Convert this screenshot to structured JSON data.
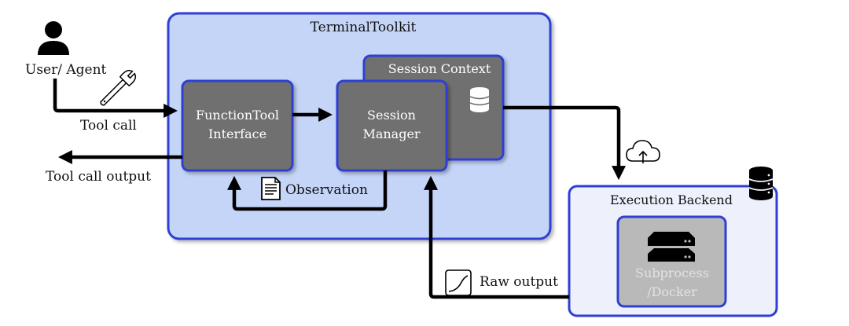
{
  "actor": {
    "label": "User/ Agent"
  },
  "toolkit": {
    "title": "TerminalToolkit"
  },
  "function_tool": {
    "line1": "FunctionTool",
    "line2": "Interface"
  },
  "session_context": {
    "title": "Session Context"
  },
  "session_manager": {
    "line1": "Session",
    "line2": "Manager"
  },
  "execution_backend": {
    "title": "Execution Backend"
  },
  "subprocess": {
    "line1": "Subprocess",
    "line2": "/Docker"
  },
  "edges": {
    "tool_call": "Tool call",
    "tool_call_output": "Tool call output",
    "observation": "Observation",
    "raw_output": "Raw output"
  },
  "colors": {
    "panel_fill": "#c5d5f7",
    "panel_border": "#2e3fd4",
    "box_fill": "#6f6f6f",
    "backend_fill": "#eef1fb",
    "subprocess_fill": "#b9b9b9",
    "subprocess_text": "#e2e2e2"
  }
}
